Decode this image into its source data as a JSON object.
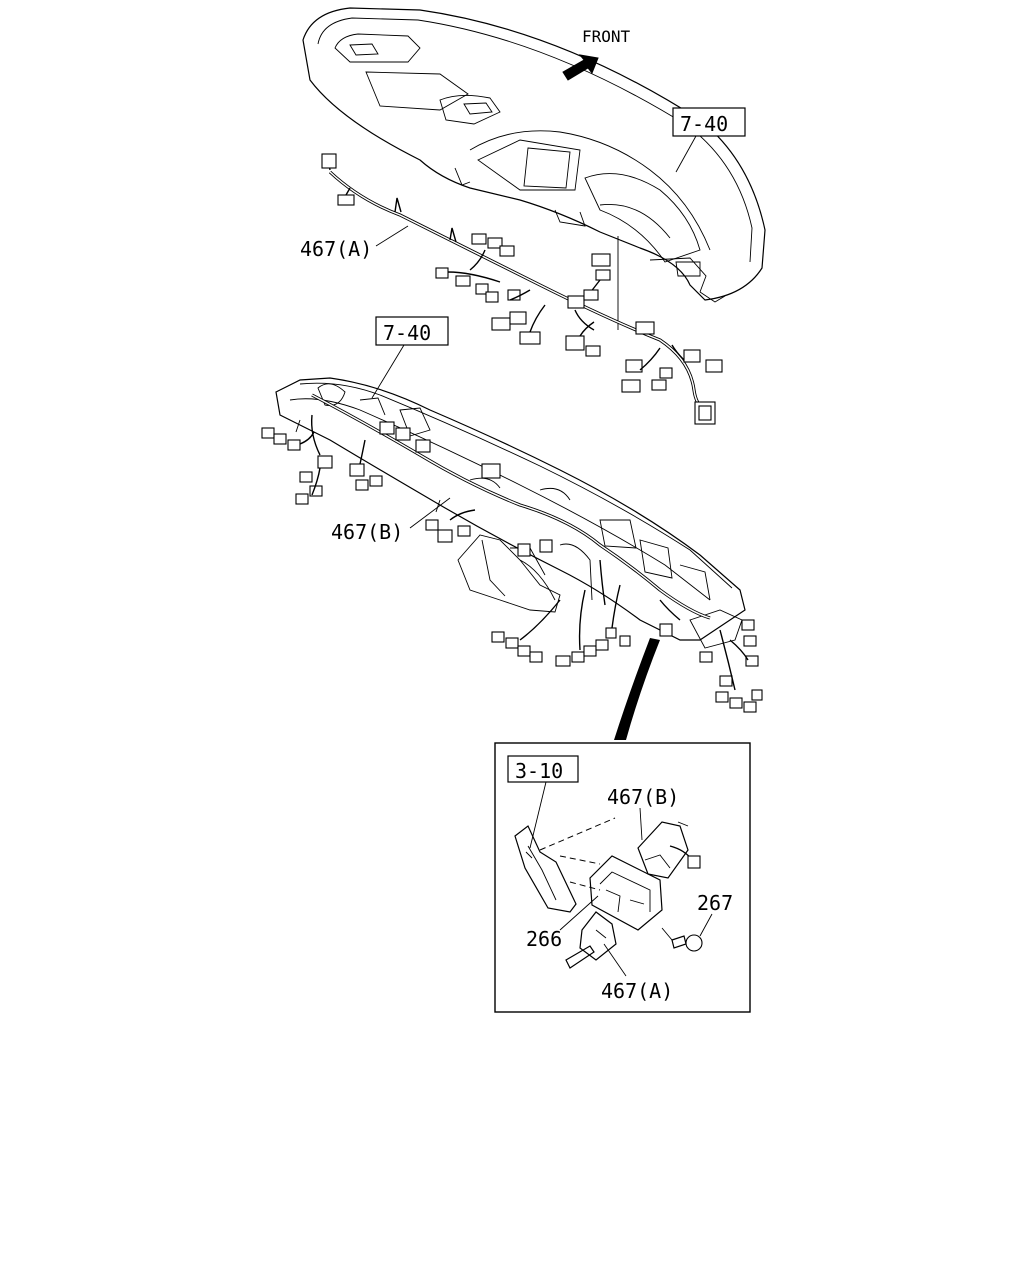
{
  "direction_label": "FRONT",
  "refs": {
    "upper_ref": "7-40",
    "lower_ref": "7-40",
    "detail_ref": "3-10"
  },
  "callouts": {
    "harness_a": "467(A)",
    "harness_b": "467(B)",
    "detail_harness_b": "467(B)",
    "detail_bolt": "267",
    "detail_bracket": "266",
    "detail_harness_a": "467(A)"
  }
}
